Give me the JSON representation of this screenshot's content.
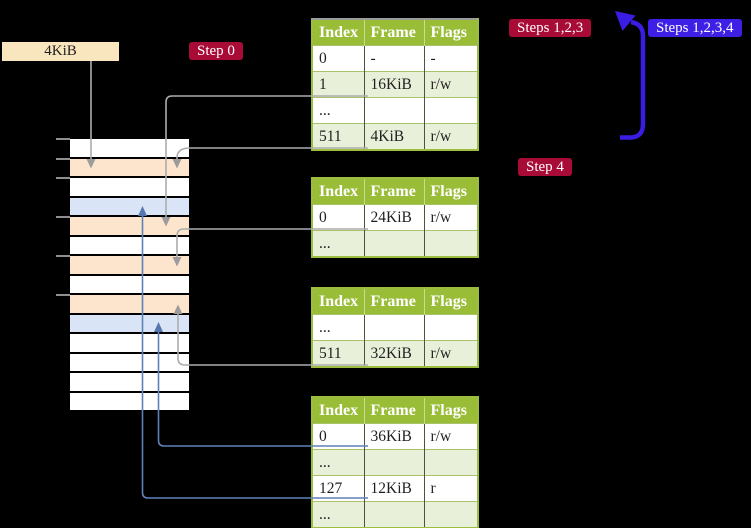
{
  "labels": {
    "page_size": "4KiB",
    "step0": "Step 0",
    "steps123": "Steps 1,2,3",
    "steps1234": "Steps 1,2,3,4",
    "step4": "Step 4"
  },
  "memory_column": {
    "row_fills": [
      "white",
      "peach",
      "white",
      "blue",
      "peach",
      "white",
      "peach",
      "white",
      "peach",
      "blue",
      "white",
      "white",
      "white",
      "white"
    ]
  },
  "tables": [
    {
      "headers": [
        "Index",
        "Frame",
        "Flags"
      ],
      "rows": [
        {
          "cells": [
            "0",
            "-",
            "-"
          ],
          "shaded": false,
          "highlight": false
        },
        {
          "cells": [
            "1",
            "16KiB",
            "r/w"
          ],
          "shaded": true,
          "highlight": false
        },
        {
          "cells": [
            "...",
            "",
            ""
          ],
          "shaded": false,
          "highlight": false
        },
        {
          "cells": [
            "511",
            "4KiB",
            "r/w"
          ],
          "shaded": true,
          "highlight": true
        }
      ]
    },
    {
      "headers": [
        "Index",
        "Frame",
        "Flags"
      ],
      "rows": [
        {
          "cells": [
            "0",
            "24KiB",
            "r/w"
          ],
          "shaded": false,
          "highlight": false
        },
        {
          "cells": [
            "...",
            "",
            ""
          ],
          "shaded": true,
          "highlight": false
        }
      ]
    },
    {
      "headers": [
        "Index",
        "Frame",
        "Flags"
      ],
      "rows": [
        {
          "cells": [
            "...",
            "",
            ""
          ],
          "shaded": false,
          "highlight": false
        },
        {
          "cells": [
            "511",
            "32KiB",
            "r/w"
          ],
          "shaded": true,
          "highlight": false
        }
      ]
    },
    {
      "headers": [
        "Index",
        "Frame",
        "Flags"
      ],
      "rows": [
        {
          "cells": [
            "0",
            "36KiB",
            "r/w"
          ],
          "shaded": false,
          "highlight": false
        },
        {
          "cells": [
            "...",
            "",
            ""
          ],
          "shaded": true,
          "highlight": false
        },
        {
          "cells": [
            "127",
            "12KiB",
            "r"
          ],
          "shaded": false,
          "highlight": false
        },
        {
          "cells": [
            "...",
            "",
            ""
          ],
          "shaded": true,
          "highlight": false
        }
      ]
    }
  ],
  "colors": {
    "background": "#000000",
    "table_header_green": "#9ABD38",
    "table_border_green": "#9CBD3F",
    "table_row_shade_green": "#E9F0D9",
    "highlight_yellow": "#FCF79E",
    "frame_peach": "#FCE4CD",
    "frame_blue": "#D9E5F6",
    "label_red": "#A80B36",
    "label_blue": "#3E1FE5",
    "page_size_cream": "#F9E6BF",
    "connector_gray": "#ACACAC",
    "connector_blue": "#5E81B8",
    "big_arrow_blue": "#3A1DE3"
  }
}
